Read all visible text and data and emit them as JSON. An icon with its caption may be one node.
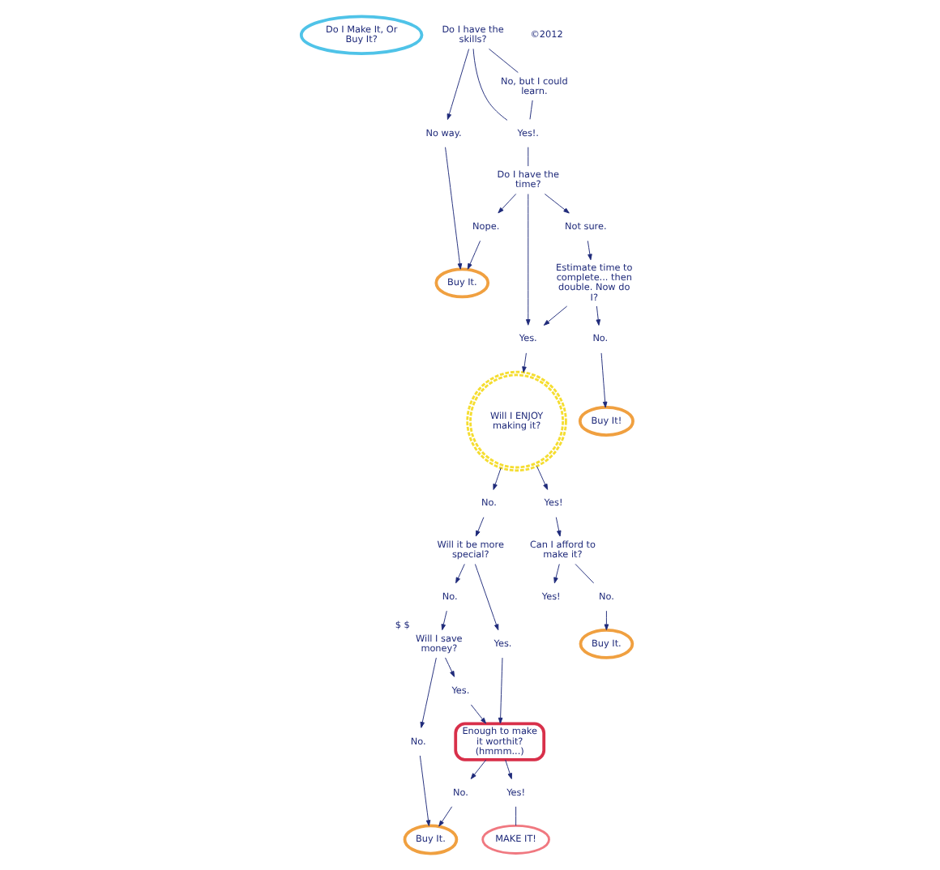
{
  "diagram": {
    "nodes": [
      {
        "text": [
          "Do I Make It, Or Buy It?"
        ]
      },
      {
        "text": [
          "Do I have the skills?"
        ]
      },
      {
        "text": [
          "No way."
        ]
      },
      {
        "text": [
          "No, but I could learn."
        ]
      },
      {
        "text": [
          "Yes!."
        ]
      },
      {
        "text": [
          "Buy It."
        ]
      },
      {
        "text": [
          "Do I have the time?"
        ]
      },
      {
        "text": [
          "Nope."
        ]
      },
      {
        "text": [
          "Not sure."
        ]
      },
      {
        "text": [
          "Yes."
        ]
      },
      {
        "text": [
          "Estimate time to complete... then double. Now do I?"
        ]
      },
      {
        "text": [
          "No."
        ]
      },
      {
        "text": [
          "Buy It!"
        ]
      },
      {
        "text": [
          "Will I ENJOY making it?"
        ]
      },
      {
        "text": [
          "No."
        ]
      },
      {
        "text": [
          "Will it be more special?"
        ]
      },
      {
        "text": [
          "No."
        ]
      },
      {
        "text": [
          "Will I save money?"
        ],
        "beside": [
          "$",
          "$"
        ]
      },
      {
        "text": [
          "Yes."
        ]
      },
      {
        "text": [
          "Yes."
        ]
      },
      {
        "text": [
          "No."
        ]
      },
      {
        "text": [
          "Buy It."
        ]
      },
      {
        "text": [
          "Enough to make it worthit? (hmmm...)"
        ]
      },
      {
        "text": [
          "No."
        ]
      },
      {
        "text": [
          "Yes!"
        ]
      },
      {
        "text": [
          "MAKE IT!"
        ]
      },
      {
        "text": [
          "Yes!"
        ]
      },
      {
        "text": [
          "Can I afford to make it?"
        ]
      },
      {
        "text": [
          "Yes!"
        ]
      },
      {
        "text": [
          "No."
        ]
      },
      {
        "text": [
          "Buy It."
        ]
      }
    ],
    "edges": [
      {
        "from": 1,
        "to": 2,
        "arrow": "to"
      },
      {
        "from": 1,
        "to": 3,
        "arrow": "none"
      },
      {
        "from": 1,
        "to": 4,
        "arrow": "none"
      },
      {
        "from": 3,
        "to": 4,
        "arrow": "none"
      },
      {
        "from": 2,
        "to": 5,
        "arrow": "to"
      },
      {
        "from": 4,
        "to": 6,
        "arrow": "none"
      },
      {
        "from": 6,
        "to": 7,
        "arrow": "to"
      },
      {
        "from": 7,
        "to": 5,
        "arrow": "to"
      },
      {
        "from": 6,
        "to": 8,
        "arrow": "to"
      },
      {
        "from": 6,
        "to": 9,
        "arrow": "to"
      },
      {
        "from": 8,
        "to": 10,
        "arrow": "to"
      },
      {
        "from": 10,
        "to": 11,
        "arrow": "to"
      },
      {
        "from": 11,
        "to": 12,
        "arrow": "to"
      },
      {
        "from": 10,
        "to": 9,
        "arrow": "to"
      },
      {
        "from": 9,
        "to": 13,
        "arrow": "to"
      },
      {
        "from": 13,
        "to": 14,
        "arrow": "to"
      },
      {
        "from": 13,
        "to": 26,
        "arrow": "to"
      },
      {
        "from": 14,
        "to": 15,
        "arrow": "to"
      },
      {
        "from": 15,
        "to": 16,
        "arrow": "to"
      },
      {
        "from": 15,
        "to": 18,
        "arrow": "to"
      },
      {
        "from": 16,
        "to": 17,
        "arrow": "to"
      },
      {
        "from": 17,
        "to": 19,
        "arrow": "to"
      },
      {
        "from": 17,
        "to": 20,
        "arrow": "to"
      },
      {
        "from": 20,
        "to": 21,
        "arrow": "to"
      },
      {
        "from": 18,
        "to": 22,
        "arrow": "to"
      },
      {
        "from": 19,
        "to": 22,
        "arrow": "to"
      },
      {
        "from": 22,
        "to": 23,
        "arrow": "to"
      },
      {
        "from": 23,
        "to": 21,
        "arrow": "to"
      },
      {
        "from": 22,
        "to": 24,
        "arrow": "to"
      },
      {
        "from": 24,
        "to": 25,
        "arrow": "none"
      },
      {
        "from": 26,
        "to": 27,
        "arrow": "to"
      },
      {
        "from": 27,
        "to": 28,
        "arrow": "to"
      },
      {
        "from": 27,
        "to": 29,
        "arrow": "none"
      },
      {
        "from": 29,
        "to": 30,
        "arrow": "to"
      }
    ],
    "labels": [
      "©2012"
    ]
  }
}
